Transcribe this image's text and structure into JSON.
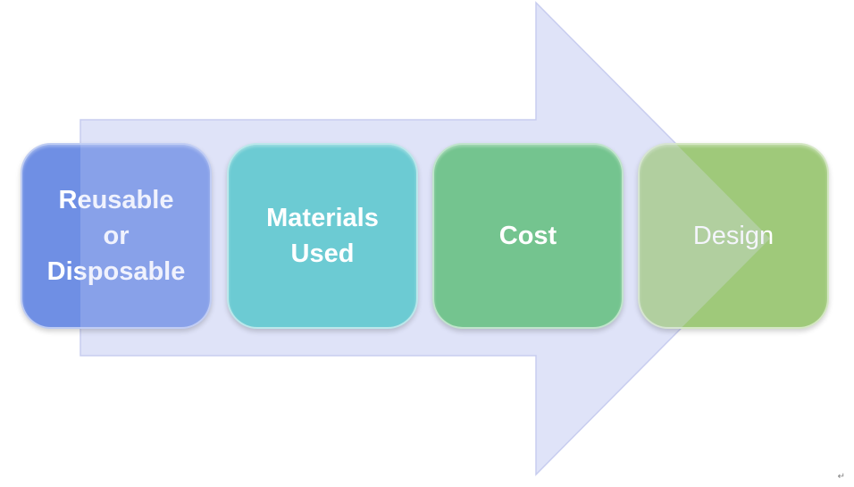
{
  "diagram": {
    "steps": [
      {
        "label_lines": [
          "Reusable",
          "or",
          "Disposable"
        ],
        "color": "#6f8fe4"
      },
      {
        "label_lines": [
          "Materials",
          "Used"
        ],
        "color": "#6ccbd3"
      },
      {
        "label_lines": [
          "Cost"
        ],
        "color": "#74c48f"
      },
      {
        "label_lines": [
          "Design"
        ],
        "color": "#9fc97a"
      }
    ],
    "arrow_color": "#d7dcf5",
    "return_mark": "↵"
  }
}
